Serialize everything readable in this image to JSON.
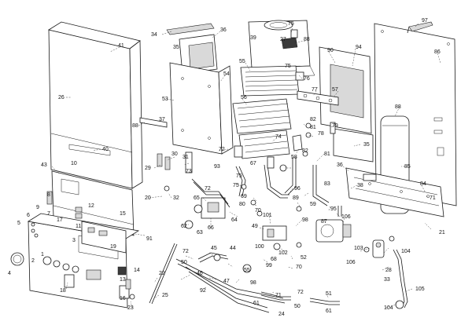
{
  "labels": [
    "97",
    "34",
    "36",
    "41",
    "39",
    "75",
    "27",
    "88",
    "35",
    "90",
    "94",
    "86",
    "55",
    "75",
    "76",
    "54",
    "26",
    "53",
    "77",
    "57",
    "56",
    "88",
    "37",
    "88",
    "82",
    "81",
    "79",
    "72",
    "74",
    "35",
    "40",
    "30",
    "29",
    "31",
    "58",
    "82",
    "78",
    "81",
    "85",
    "43",
    "10",
    "93",
    "67",
    "75",
    "36",
    "84",
    "8",
    "20",
    "32",
    "73",
    "72",
    "75",
    "65",
    "69",
    "96",
    "38",
    "71",
    "9",
    "12",
    "70",
    "80",
    "83",
    "59",
    "6",
    "7",
    "11",
    "62",
    "63",
    "66",
    "64",
    "101",
    "89",
    "95",
    "21",
    "5",
    "17",
    "49",
    "98",
    "87",
    "106",
    "3",
    "15",
    "91",
    "45",
    "44",
    "100",
    "102",
    "103",
    "104",
    "4",
    "19",
    "2",
    "72",
    "50",
    "68",
    "99",
    "52",
    "1",
    "14",
    "22",
    "46",
    "47",
    "98",
    "70",
    "28",
    "13",
    "92",
    "55",
    "72",
    "33",
    "106",
    "18",
    "25",
    "61",
    "71",
    "50",
    "51",
    "105",
    "104",
    "16",
    "23",
    "24",
    "61"
  ]
}
